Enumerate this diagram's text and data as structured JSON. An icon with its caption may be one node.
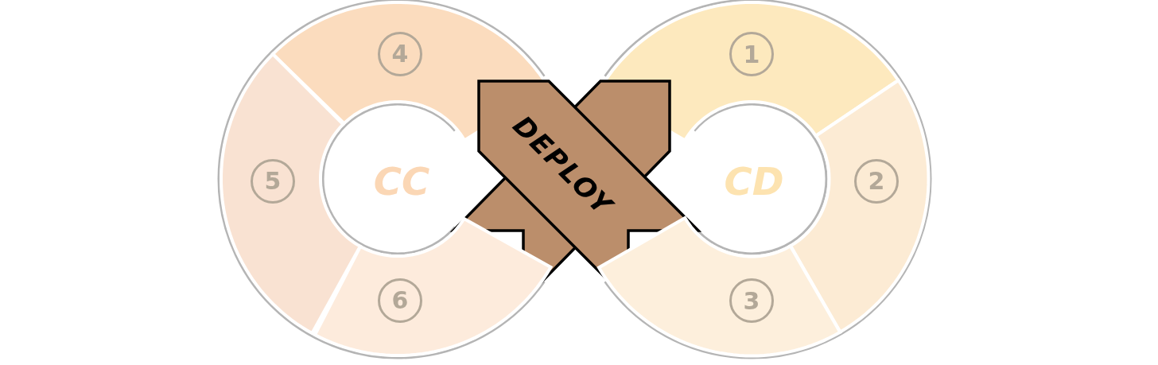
{
  "diagram": {
    "nodes": [
      {
        "text": [
          "4"
        ]
      },
      {
        "text": [
          "1"
        ]
      },
      {
        "text": [
          "5"
        ]
      },
      {
        "text": [
          "DEPLOY"
        ]
      },
      {
        "text": [
          "2"
        ]
      },
      {
        "text": [
          "6"
        ]
      },
      {
        "text": [
          "3"
        ]
      }
    ],
    "labels": [
      "CC",
      "CD"
    ]
  }
}
